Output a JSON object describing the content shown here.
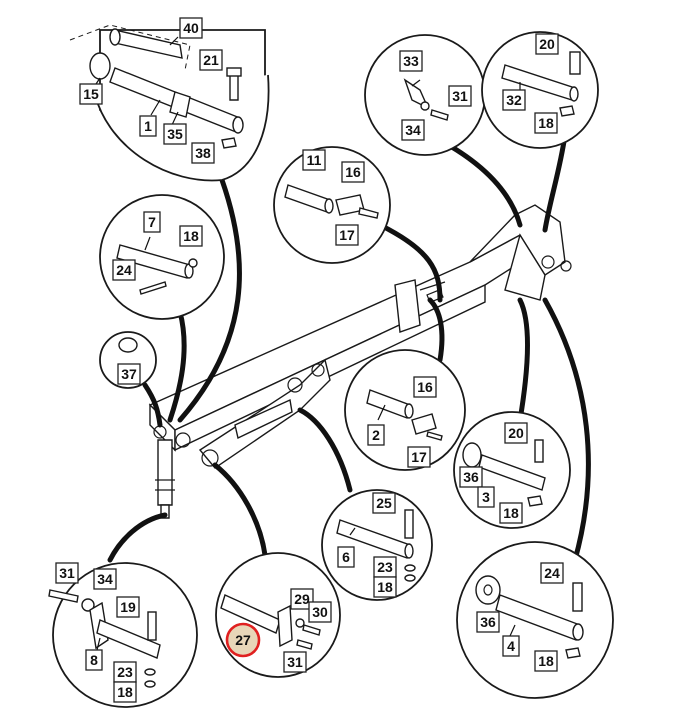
{
  "callouts": [
    {
      "id": "l40",
      "text": "40"
    },
    {
      "id": "l21a",
      "text": "21"
    },
    {
      "id": "l15",
      "text": "15"
    },
    {
      "id": "l1",
      "text": "1"
    },
    {
      "id": "l35",
      "text": "35"
    },
    {
      "id": "l38",
      "text": "38"
    },
    {
      "id": "l33",
      "text": "33"
    },
    {
      "id": "l31a",
      "text": "31"
    },
    {
      "id": "l34a",
      "text": "34"
    },
    {
      "id": "l20a",
      "text": "20"
    },
    {
      "id": "l32",
      "text": "32"
    },
    {
      "id": "l18a",
      "text": "18"
    },
    {
      "id": "l11",
      "text": "11"
    },
    {
      "id": "l16a",
      "text": "16"
    },
    {
      "id": "l17a",
      "text": "17"
    },
    {
      "id": "l7",
      "text": "7"
    },
    {
      "id": "l18b",
      "text": "18"
    },
    {
      "id": "l24a",
      "text": "24"
    },
    {
      "id": "l37",
      "text": "37"
    },
    {
      "id": "l16b",
      "text": "16"
    },
    {
      "id": "l2",
      "text": "2"
    },
    {
      "id": "l17b",
      "text": "17"
    },
    {
      "id": "l20b",
      "text": "20"
    },
    {
      "id": "l36a",
      "text": "36"
    },
    {
      "id": "l3",
      "text": "3"
    },
    {
      "id": "l18c",
      "text": "18"
    },
    {
      "id": "l25",
      "text": "25"
    },
    {
      "id": "l6",
      "text": "6"
    },
    {
      "id": "l23a",
      "text": "23"
    },
    {
      "id": "l18d",
      "text": "18"
    },
    {
      "id": "l31b",
      "text": "31"
    },
    {
      "id": "l34b",
      "text": "34"
    },
    {
      "id": "l19",
      "text": "19"
    },
    {
      "id": "l8",
      "text": "8"
    },
    {
      "id": "l23b",
      "text": "23"
    },
    {
      "id": "l18e",
      "text": "18"
    },
    {
      "id": "l29",
      "text": "29"
    },
    {
      "id": "l30",
      "text": "30"
    },
    {
      "id": "l27",
      "text": "27"
    },
    {
      "id": "l31c",
      "text": "31"
    },
    {
      "id": "l24b",
      "text": "24"
    },
    {
      "id": "l36b",
      "text": "36"
    },
    {
      "id": "l4",
      "text": "4"
    },
    {
      "id": "l18f",
      "text": "18"
    }
  ],
  "highlight": {
    "callout": "l27",
    "ring_color": "#e02020",
    "fill_color": "#e8d6b8"
  }
}
